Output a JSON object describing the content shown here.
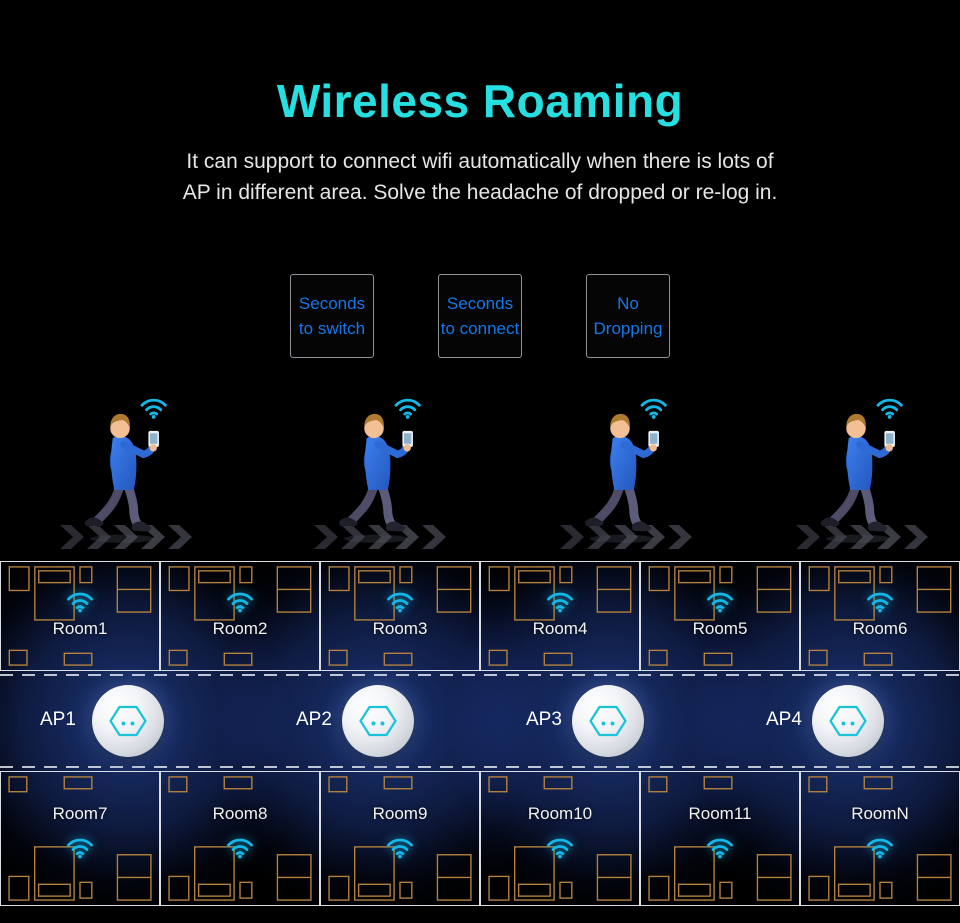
{
  "header": {
    "title": "Wireless Roaming",
    "subtitle_line1": "It can support to connect wifi automatically when there is lots of",
    "subtitle_line2": "AP in different area. Solve the headache of dropped or re-log in."
  },
  "features": [
    "Seconds\nto switch",
    "Seconds\nto connect",
    "No\nDropping"
  ],
  "walkers": {
    "count": 4,
    "icon": "person-walking-with-phone-and-wifi",
    "motion_icon": "chevron-trail-arrows"
  },
  "floor_plan": {
    "top_rooms": [
      "Room1",
      "Room2",
      "Room3",
      "Room4",
      "Room5",
      "Room6"
    ],
    "bottom_rooms": [
      "Room7",
      "Room8",
      "Room9",
      "Room10",
      "Room11",
      "RoomN"
    ],
    "aps": [
      "AP1",
      "AP2",
      "AP3",
      "AP4"
    ],
    "ap_icon": "white-ceiling-access-point-hexagon-logo",
    "room_wifi_icon": "wifi-signal-arcs"
  },
  "colors": {
    "background": "#000000",
    "title": "#26dfe0",
    "subtitle": "#e6e6e6",
    "feature_text": "#1577e8",
    "feature_border": "#8d9299",
    "wifi": "#14b9e9",
    "furniture": "#b5823e",
    "walls": "#d9dde4",
    "glow": "#2d59c4",
    "label": "#f2f2f2"
  }
}
